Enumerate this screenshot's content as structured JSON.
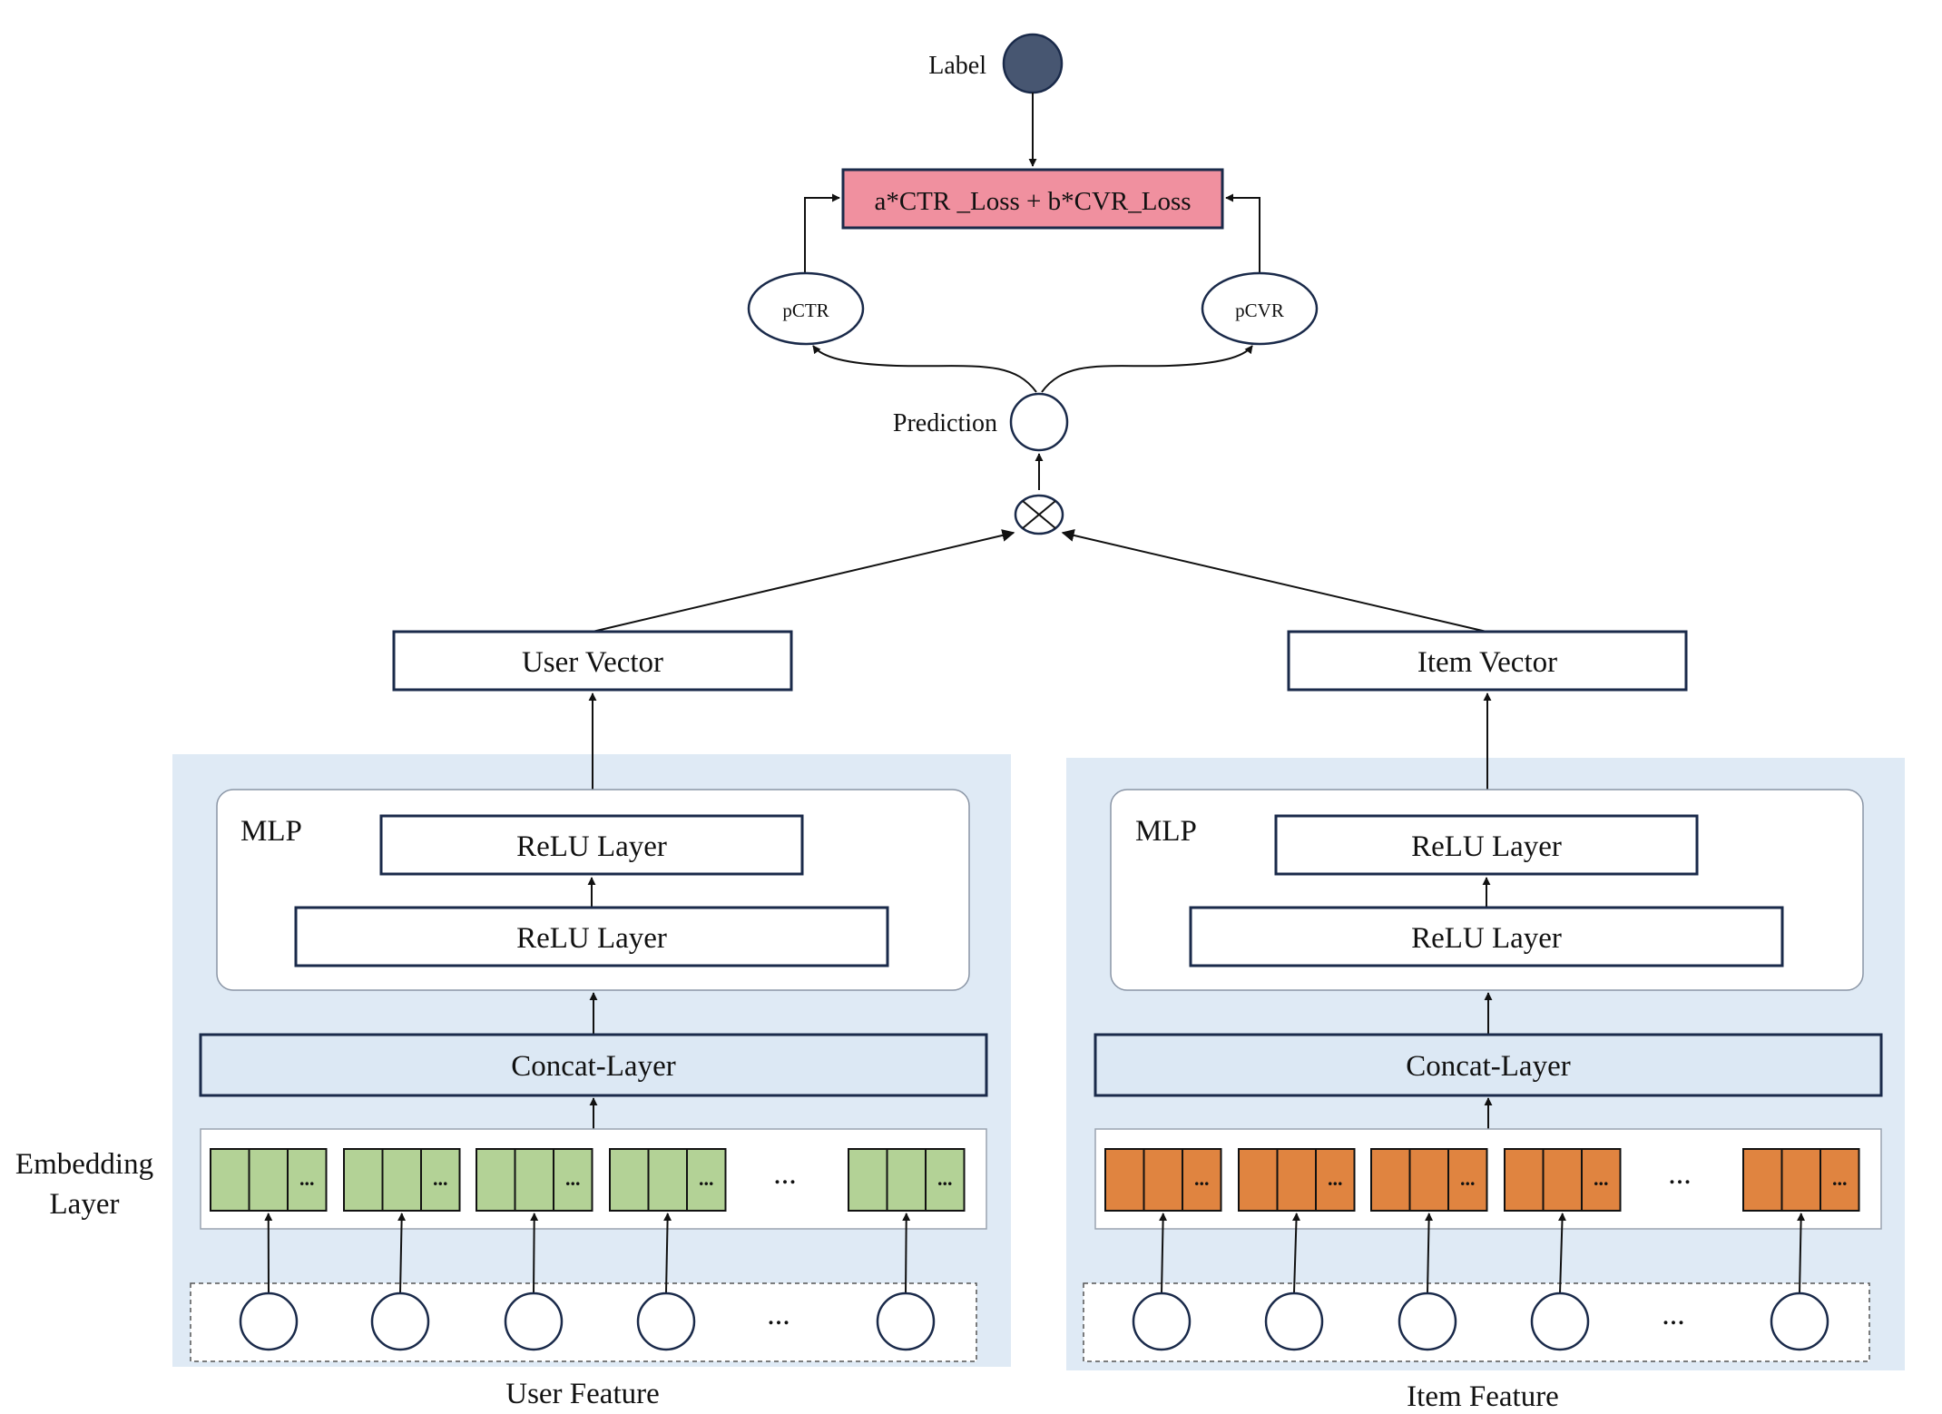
{
  "top": {
    "label": "Label",
    "loss_formula": "a*CTR _Loss + b*CVR_Loss",
    "pctr": "pCTR",
    "pcvr": "pCVR",
    "prediction": "Prediction"
  },
  "towers": [
    {
      "id": "user",
      "vector_label": "User Vector",
      "mlp_label": "MLP",
      "relu_top": "ReLU Layer",
      "relu_bottom": "ReLU Layer",
      "concat_label": "Concat-Layer",
      "feature_label": "User Feature",
      "cell_color": "#b3d296",
      "cell_ellipsis": "...",
      "gap_ellipsis": "..."
    },
    {
      "id": "item",
      "vector_label": "Item Vector",
      "mlp_label": "MLP",
      "relu_top": "ReLU Layer",
      "relu_bottom": "ReLU Layer",
      "concat_label": "Concat-Layer",
      "feature_label": "Item Feature",
      "cell_color": "#e08440",
      "cell_ellipsis": "...",
      "gap_ellipsis": "..."
    }
  ],
  "embedding_label_line1": "Embedding",
  "embedding_label_line2": "Layer",
  "colors": {
    "label_node": "#475671",
    "loss_box": "#f0909f",
    "region_bg": "#dfeaf5",
    "concat_bg": "#dce8f4",
    "user_embedding": "#b3d296",
    "item_embedding": "#e08440"
  }
}
